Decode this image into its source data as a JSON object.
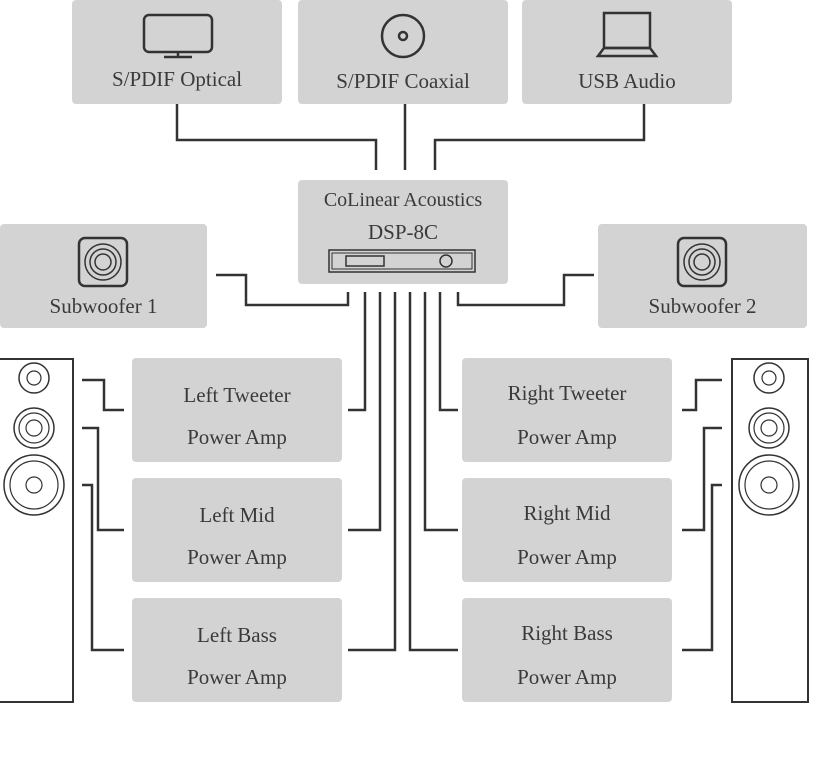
{
  "sources": {
    "optical": "S/PDIF Optical",
    "coaxial": "S/PDIF Coaxial",
    "usb": "USB Audio"
  },
  "dsp": {
    "brand": "CoLinear Acoustics",
    "model": "DSP-8C"
  },
  "subwoofers": {
    "sub1": "Subwoofer 1",
    "sub2": "Subwoofer 2"
  },
  "amps": {
    "left_tweeter": [
      "Left Tweeter",
      "Power Amp"
    ],
    "left_mid": [
      "Left Mid",
      "Power Amp"
    ],
    "left_bass": [
      "Left Bass",
      "Power Amp"
    ],
    "right_tweeter": [
      "Right Tweeter",
      "Power Amp"
    ],
    "right_mid": [
      "Right Mid",
      "Power Amp"
    ],
    "right_bass": [
      "Right Bass",
      "Power Amp"
    ]
  },
  "colors": {
    "box_fill": "#d3d3d3",
    "line": "#333333",
    "text": "#3a3a3a"
  }
}
